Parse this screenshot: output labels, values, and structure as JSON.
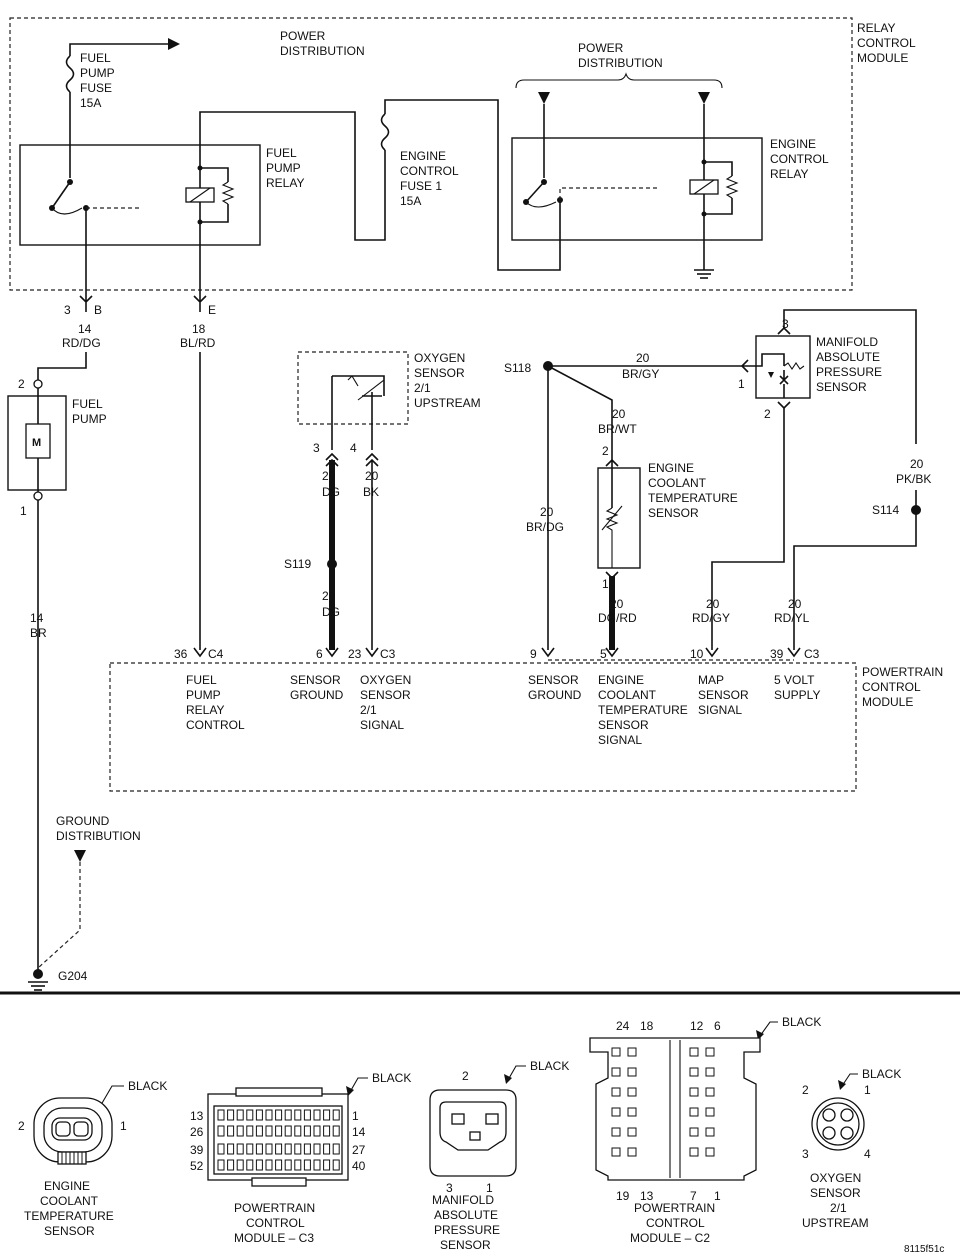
{
  "top": {
    "power_distribution": [
      "POWER",
      "DISTRIBUTION"
    ],
    "fuel_pump_fuse": [
      "FUEL",
      "PUMP",
      "FUSE",
      "15A"
    ],
    "fuel_pump_relay": [
      "FUEL",
      "PUMP",
      "RELAY"
    ],
    "engine_control_fuse": [
      "ENGINE",
      "CONTROL",
      "FUSE 1",
      "15A"
    ],
    "power_distribution_2": [
      "POWER",
      "DISTRIBUTION"
    ],
    "engine_control_relay": [
      "ENGINE",
      "CONTROL",
      "RELAY"
    ],
    "relay_control_module": [
      "RELAY",
      "CONTROL",
      "MODULE"
    ]
  },
  "wires": {
    "c3b": {
      "pin": "3",
      "conn": "B",
      "gauge": "14",
      "color": "RD/DG"
    },
    "c18e": {
      "pin": "E",
      "gauge": "18",
      "color": "BL/RD"
    },
    "fuel_pump": {
      "label": [
        "FUEL",
        "PUMP"
      ],
      "pin_top": "2",
      "pin_bottom": "1",
      "motor": "M"
    },
    "fp_ground": {
      "gauge": "14",
      "color": "BR"
    },
    "o2_sensor": [
      "OXYGEN",
      "SENSOR",
      "2/1",
      "UPSTREAM"
    ],
    "o2_pin3": "3",
    "o2_pin4": "4",
    "dg_wire": {
      "gauge": "20",
      "color": "DG"
    },
    "bk_wire": {
      "gauge": "20",
      "color": "BK"
    },
    "s119": "S119",
    "dg_wire2": {
      "gauge": "20",
      "color": "DG"
    },
    "s118": "S118",
    "brgy": {
      "gauge": "20",
      "color": "BR/GY"
    },
    "brwt": {
      "gauge": "20",
      "color": "BR/WT"
    },
    "brdg": {
      "gauge": "20",
      "color": "BR/DG"
    },
    "ect_sensor": [
      "ENGINE",
      "COOLANT",
      "TEMPERATURE",
      "SENSOR"
    ],
    "ect_pin2": "2",
    "ect_pin1": "1",
    "dgrd": {
      "gauge": "20",
      "color": "DG/RD"
    },
    "map_sensor": [
      "MANIFOLD",
      "ABSOLUTE",
      "PRESSURE",
      "SENSOR"
    ],
    "map_pin3": "3",
    "map_pin1": "1",
    "map_pin2": "2",
    "pkbk": {
      "gauge": "20",
      "color": "PK/BK"
    },
    "s114": "S114",
    "rdgy": {
      "gauge": "20",
      "color": "RD/GY"
    },
    "rdyl": {
      "gauge": "20",
      "color": "RD/YL"
    }
  },
  "pcm": {
    "label": [
      "POWERTRAIN",
      "CONTROL",
      "MODULE"
    ],
    "pins": [
      {
        "num": "36",
        "conn": "C4",
        "label": [
          "FUEL",
          "PUMP",
          "RELAY",
          "CONTROL"
        ]
      },
      {
        "num": "6",
        "conn": "",
        "label": [
          "SENSOR",
          "GROUND"
        ]
      },
      {
        "num": "23",
        "conn": "C3",
        "label": [
          "OXYGEN",
          "SENSOR",
          "2/1",
          "SIGNAL"
        ]
      },
      {
        "num": "9",
        "conn": "",
        "label": [
          "SENSOR",
          "GROUND"
        ]
      },
      {
        "num": "5",
        "conn": "",
        "label": [
          "ENGINE",
          "COOLANT",
          "TEMPERATURE",
          "SENSOR",
          "SIGNAL"
        ]
      },
      {
        "num": "10",
        "conn": "",
        "label": [
          "MAP",
          "SENSOR",
          "SIGNAL"
        ]
      },
      {
        "num": "39",
        "conn": "C3",
        "label": [
          "5 VOLT",
          "SUPPLY"
        ]
      }
    ]
  },
  "ground": {
    "label": [
      "GROUND",
      "DISTRIBUTION"
    ],
    "g204": "G204"
  },
  "connectors": {
    "ect": {
      "color": "BLACK",
      "pin_left": "2",
      "pin_right": "1",
      "label": [
        "ENGINE",
        "COOLANT",
        "TEMPERATURE",
        "SENSOR"
      ]
    },
    "pcm_c3": {
      "color": "BLACK",
      "left_pins": [
        "13",
        "26",
        "39",
        "52"
      ],
      "right_pins": [
        "1",
        "14",
        "27",
        "40"
      ],
      "label": [
        "POWERTRAIN",
        "CONTROL",
        "MODULE – C3"
      ]
    },
    "map": {
      "color": "BLACK",
      "pin_top": "2",
      "pin_bl": "3",
      "pin_br": "1",
      "label": [
        "MANIFOLD",
        "ABSOLUTE",
        "PRESSURE",
        "SENSOR"
      ]
    },
    "pcm_c2": {
      "color": "BLACK",
      "top_pins": [
        "24",
        "18",
        "12",
        "6"
      ],
      "bottom_pins": [
        "19",
        "13",
        "7",
        "1"
      ],
      "label": [
        "POWERTRAIN",
        "CONTROL",
        "MODULE – C2"
      ]
    },
    "o2": {
      "color": "BLACK",
      "pins": [
        "2",
        "1",
        "3",
        "4"
      ],
      "label": [
        "OXYGEN",
        "SENSOR",
        "2/1",
        "UPSTREAM"
      ]
    }
  },
  "figure_id": "8115f51c"
}
